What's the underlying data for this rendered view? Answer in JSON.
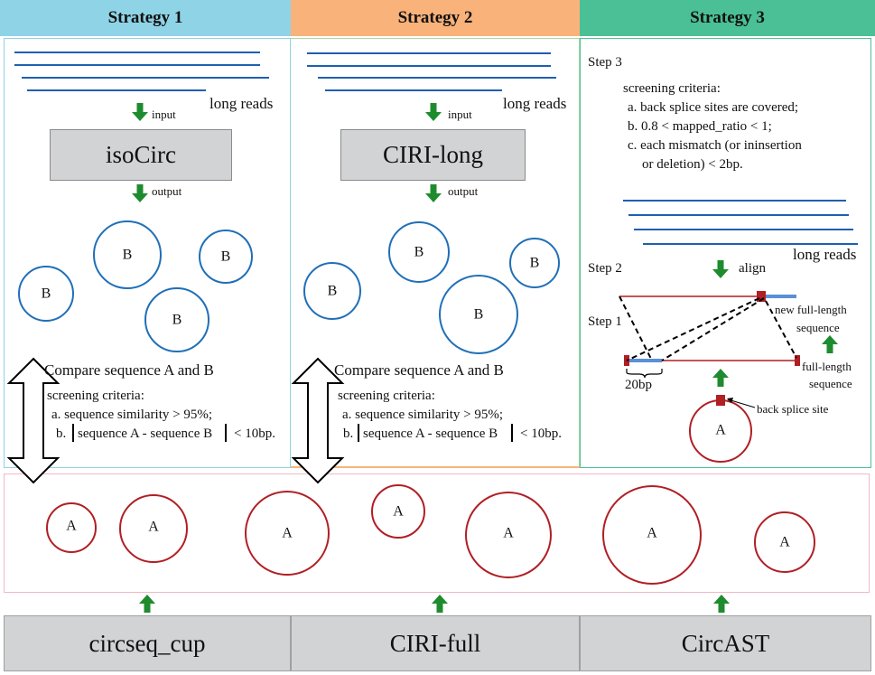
{
  "headers": {
    "strategy1": "Strategy 1",
    "strategy2": "Strategy 2",
    "strategy3": "Strategy 3"
  },
  "colors": {
    "strategy1_header": "#8fd3e6",
    "strategy2_header": "#f9b27a",
    "strategy3_header": "#4bbf96",
    "read_line": "#1f5fb0",
    "circle_b": "#1f6fb8",
    "circle_a": "#b01f24",
    "green_arrow": "#1e8c2e"
  },
  "strategy1": {
    "long_reads": "long reads",
    "input": "input",
    "tool": "isoCirc",
    "output": "output",
    "circles": [
      "B",
      "B",
      "B",
      "B"
    ],
    "compare": "Compare sequence A and B",
    "criteria_title": "screening criteria:",
    "criteria_a": "a. sequence similarity > 95%;",
    "criteria_b_prefix": "b.",
    "criteria_b_body": "sequence A - sequence B",
    "criteria_b_suffix": "<  10bp."
  },
  "strategy2": {
    "long_reads": "long reads",
    "input": "input",
    "tool": "CIRI-long",
    "output": "output",
    "circles": [
      "B",
      "B",
      "B",
      "B"
    ],
    "compare": "Compare sequence A and B",
    "criteria_title": "screening criteria:",
    "criteria_a": "a. sequence similarity > 95%;",
    "criteria_b_prefix": "b.",
    "criteria_b_body": "sequence A - sequence B",
    "criteria_b_suffix": "<  10bp."
  },
  "strategy3": {
    "step3": "Step 3",
    "criteria_title": "screening criteria:",
    "criteria_a": "a. back splice sites are covered;",
    "criteria_b": "b. 0.8 < mapped_ratio < 1;",
    "criteria_c1": "c. each mismatch (or ininsertion",
    "criteria_c2": "or deletion) < 2bp.",
    "long_reads": "long reads",
    "step2": "Step 2",
    "align": "align",
    "step1": "Step 1",
    "new_full_length1": "new full-length",
    "new_full_length2": "sequence",
    "full_length1": "full-length",
    "full_length2": "sequence",
    "bp20": "20bp",
    "back_splice_site": "back splice site",
    "circle_a": "A"
  },
  "middle": {
    "circles": [
      "A",
      "A",
      "A",
      "A",
      "A",
      "A",
      "A"
    ]
  },
  "bottom": {
    "tool1": "circseq_cup",
    "tool2": "CIRI-full",
    "tool3": "CircAST"
  }
}
